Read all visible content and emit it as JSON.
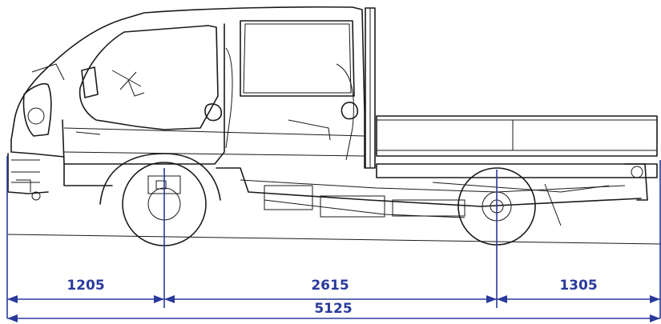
{
  "dimensions": {
    "front_overhang": "1205",
    "wheelbase": "2615",
    "rear_overhang": "1305",
    "overall_length": "5125"
  },
  "colors": {
    "dimension": "#2a3a9c",
    "drawing": "#1a1a1a"
  }
}
